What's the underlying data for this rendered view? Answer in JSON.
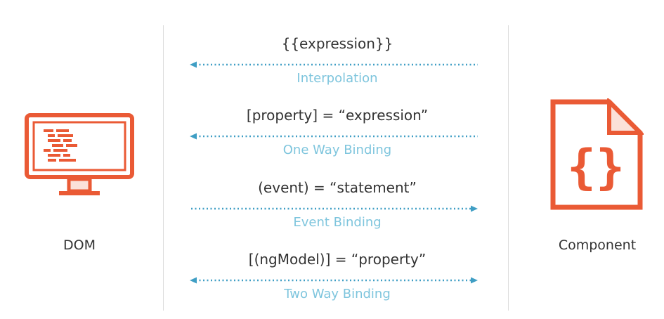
{
  "entities": {
    "dom": {
      "label": "DOM",
      "icon": "monitor-code-icon"
    },
    "component": {
      "label": "Component",
      "icon": "code-file-icon"
    }
  },
  "bindings": [
    {
      "syntax": "{{expression}}",
      "name": "Interpolation",
      "direction": "to-dom"
    },
    {
      "syntax": "[property] = “expression”",
      "name": "One Way Binding",
      "direction": "to-dom"
    },
    {
      "syntax": "(event) = “statement”",
      "name": "Event Binding",
      "direction": "to-component"
    },
    {
      "syntax": "[(ngModel)] = “property”",
      "name": "Two Way Binding",
      "direction": "both"
    }
  ],
  "colors": {
    "icon": "#ea5a35",
    "icon_light": "#fbe1d9",
    "arrow": "#3f9ec4",
    "caption": "#7ec5dd",
    "text": "#333333"
  }
}
